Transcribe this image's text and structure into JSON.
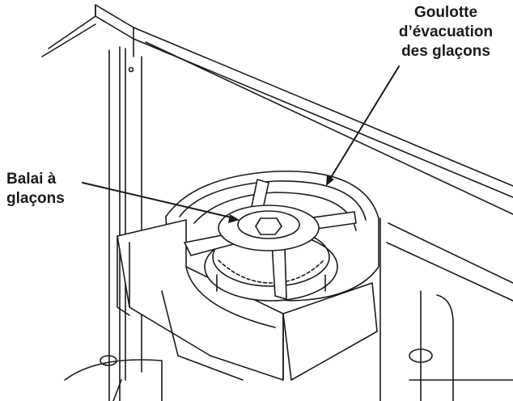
{
  "labels": {
    "ice_chute": {
      "lines": [
        "Goulotte",
        "d’évacuation",
        "des glaçons"
      ]
    },
    "ice_sweep": {
      "lines": [
        "Balai à",
        "glaçons"
      ]
    }
  },
  "colors": {
    "line": "#1a1a1a",
    "fill": "#ffffff",
    "shade": "#d9d9d9"
  }
}
